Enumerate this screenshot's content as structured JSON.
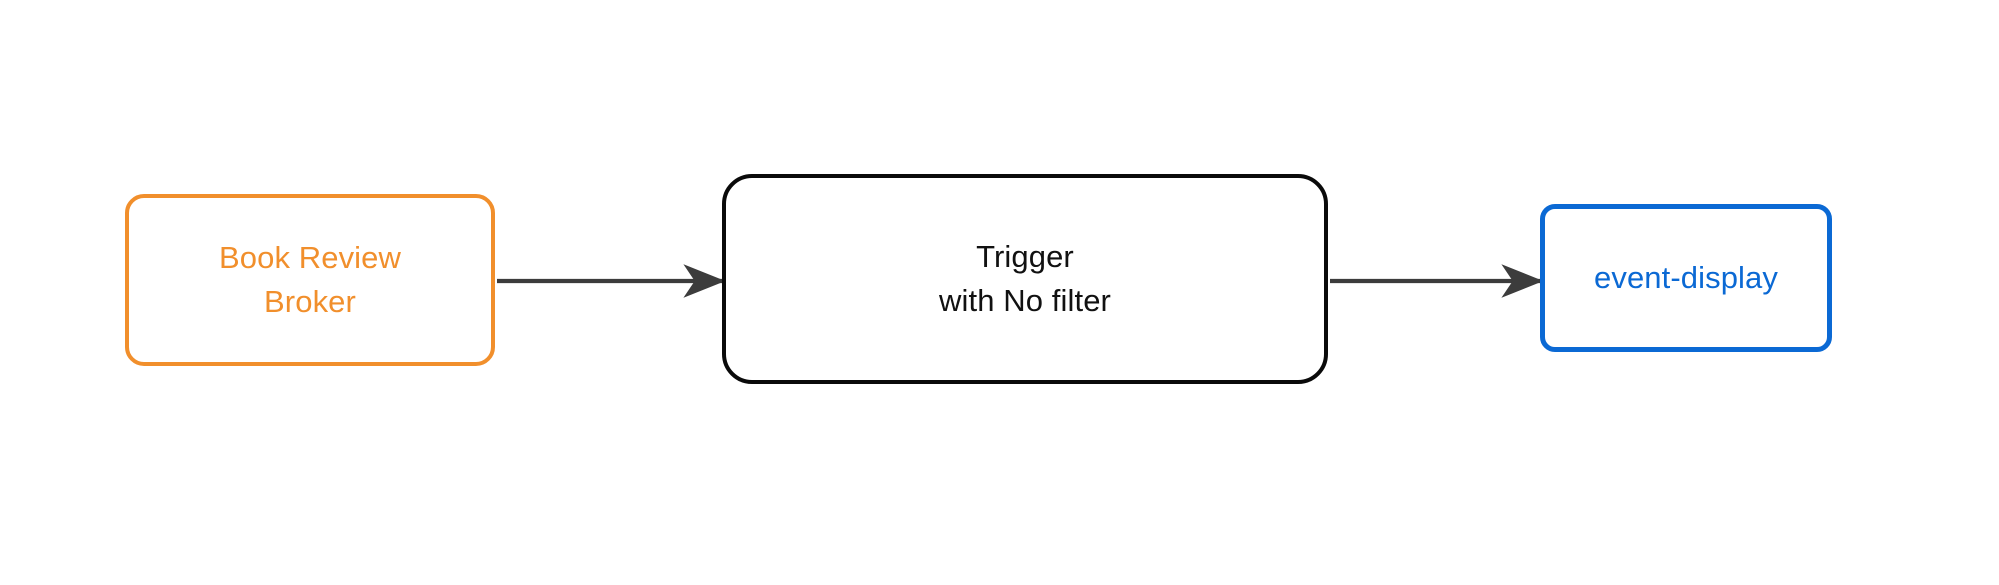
{
  "diagram": {
    "type": "flow-diagram",
    "orientation": "left-to-right",
    "background_color": "#ffffff",
    "nodes": [
      {
        "id": "source",
        "label": "Book Review\nBroker",
        "line1": "Book Review",
        "line2": "Broker",
        "shape": "rounded-rectangle",
        "border_color": "#f18f2c",
        "text_color": "#f18f2c",
        "fill_color": "#ffffff"
      },
      {
        "id": "trigger",
        "label": "Trigger\nwith No filter",
        "line1": "Trigger",
        "line2": "with No filter",
        "shape": "rounded-rectangle",
        "border_color": "#0a0a0a",
        "text_color": "#111111",
        "fill_color": "#ffffff"
      },
      {
        "id": "sink",
        "label": "event-display",
        "line1": "event-display",
        "shape": "rounded-rectangle",
        "border_color": "#0b69d4",
        "text_color": "#0b69d4",
        "fill_color": "#ffffff"
      }
    ],
    "edges": [
      {
        "id": "source-to-trigger",
        "from": "source",
        "to": "trigger",
        "label": "",
        "color": "#3c3c3c",
        "arrowhead": "solid-concave"
      },
      {
        "id": "trigger-to-sink",
        "from": "trigger",
        "to": "sink",
        "label": "",
        "color": "#3c3c3c",
        "arrowhead": "solid-concave"
      }
    ]
  }
}
